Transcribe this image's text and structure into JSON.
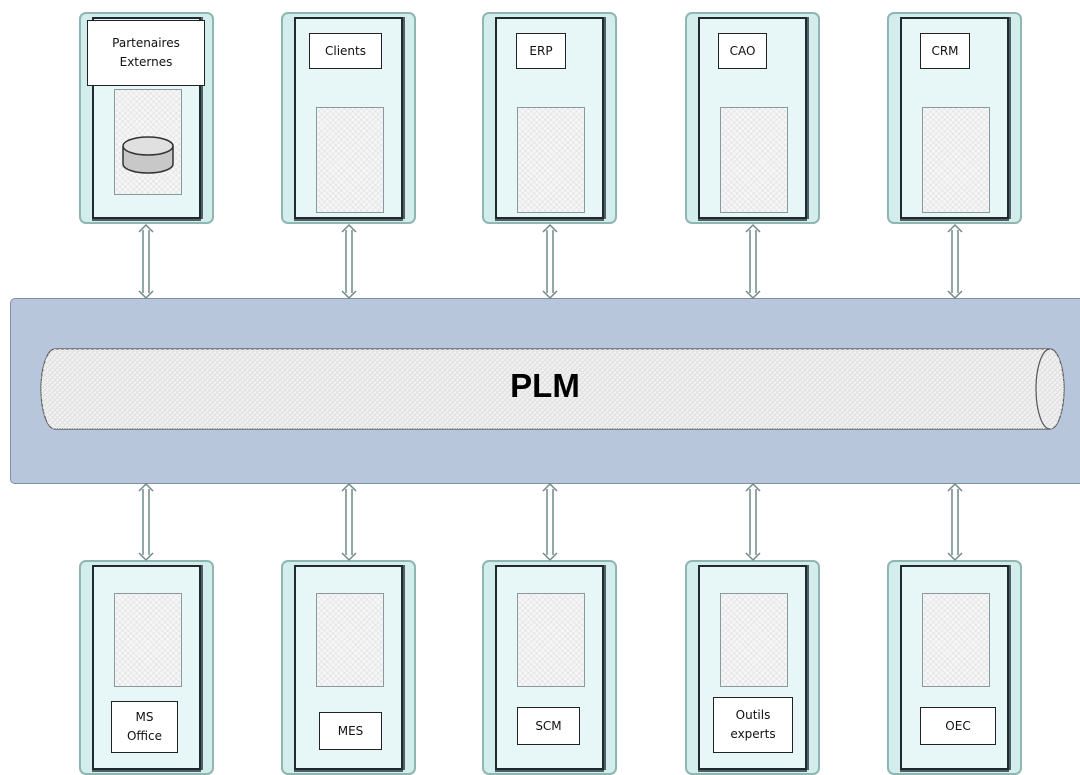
{
  "colors": {
    "card_fill": "#d3ecec",
    "bus_fill": "#b8c6dc",
    "pipe_fill": "#f3f3f3"
  },
  "bus": {
    "label": "PLM"
  },
  "top_systems": [
    {
      "name": "Partenaires\nExternes",
      "icon": "database-icon"
    },
    {
      "name": "Clients"
    },
    {
      "name": "ERP"
    },
    {
      "name": "CAO"
    },
    {
      "name": "CRM"
    }
  ],
  "bottom_systems": [
    {
      "name": "MS\nOffice"
    },
    {
      "name": "MES"
    },
    {
      "name": "SCM"
    },
    {
      "name": "Outils\nexperts"
    },
    {
      "name": "OEC"
    }
  ]
}
